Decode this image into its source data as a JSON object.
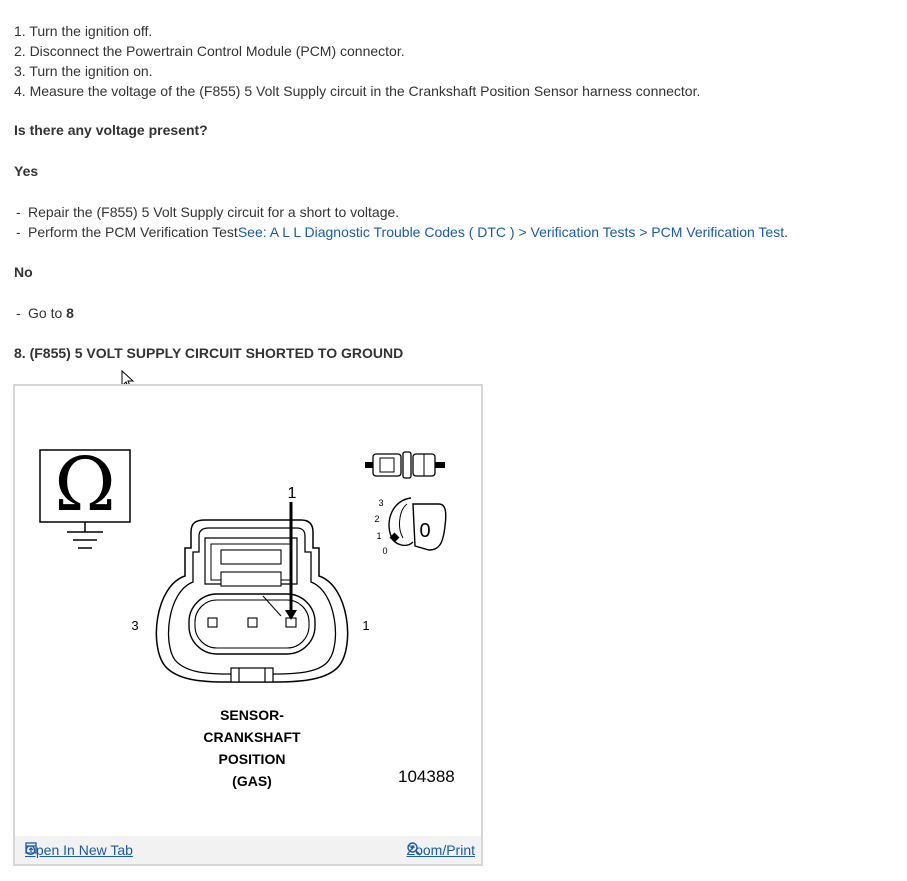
{
  "steps": [
    "1. Turn the ignition off.",
    "2. Disconnect the Powertrain Control Module (PCM) connector.",
    "3. Turn the ignition on.",
    "4. Measure the voltage of the (F855) 5 Volt Supply circuit in the Crankshaft Position Sensor harness connector."
  ],
  "question": "Is there any voltage present?",
  "yes": {
    "label": "Yes",
    "item1": "Repair the (F855) 5 Volt Supply circuit for a short to voltage.",
    "item2_text": "Perform the PCM Verification Test",
    "item2_link": "See: A L L Diagnostic Trouble Codes ( DTC ) > Verification Tests > PCM Verification Test",
    "item2_end": "."
  },
  "no": {
    "label": "No",
    "goto_text": "Go to ",
    "goto_num": "8"
  },
  "bullet_dash": "-",
  "section_title": "8. (F855) 5 VOLT SUPPLY CIRCUIT SHORTED TO GROUND",
  "figure": {
    "label_lines": [
      "SENSOR-",
      "CRANKSHAFT",
      "POSITION",
      "(GAS)"
    ],
    "figure_number": "104388",
    "pin_labels": {
      "top": "1",
      "left": "3",
      "right": "1"
    },
    "key_positions": [
      "3",
      "2",
      "1",
      "0"
    ],
    "key_letter": "0",
    "ohm_symbol": "Ω",
    "open_new_tab": "Open In New Tab",
    "zoom_print": "Zoom/Print",
    "icons": [
      "open-tab-icon",
      "zoom-icon",
      "ohmmeter-icon",
      "ignition-key-icon",
      "fuse-icon"
    ]
  },
  "colors": {
    "link": "#1a5aa8",
    "text": "#333333",
    "footer_bg": "#f2f2f2",
    "border": "#d6d6d6"
  }
}
